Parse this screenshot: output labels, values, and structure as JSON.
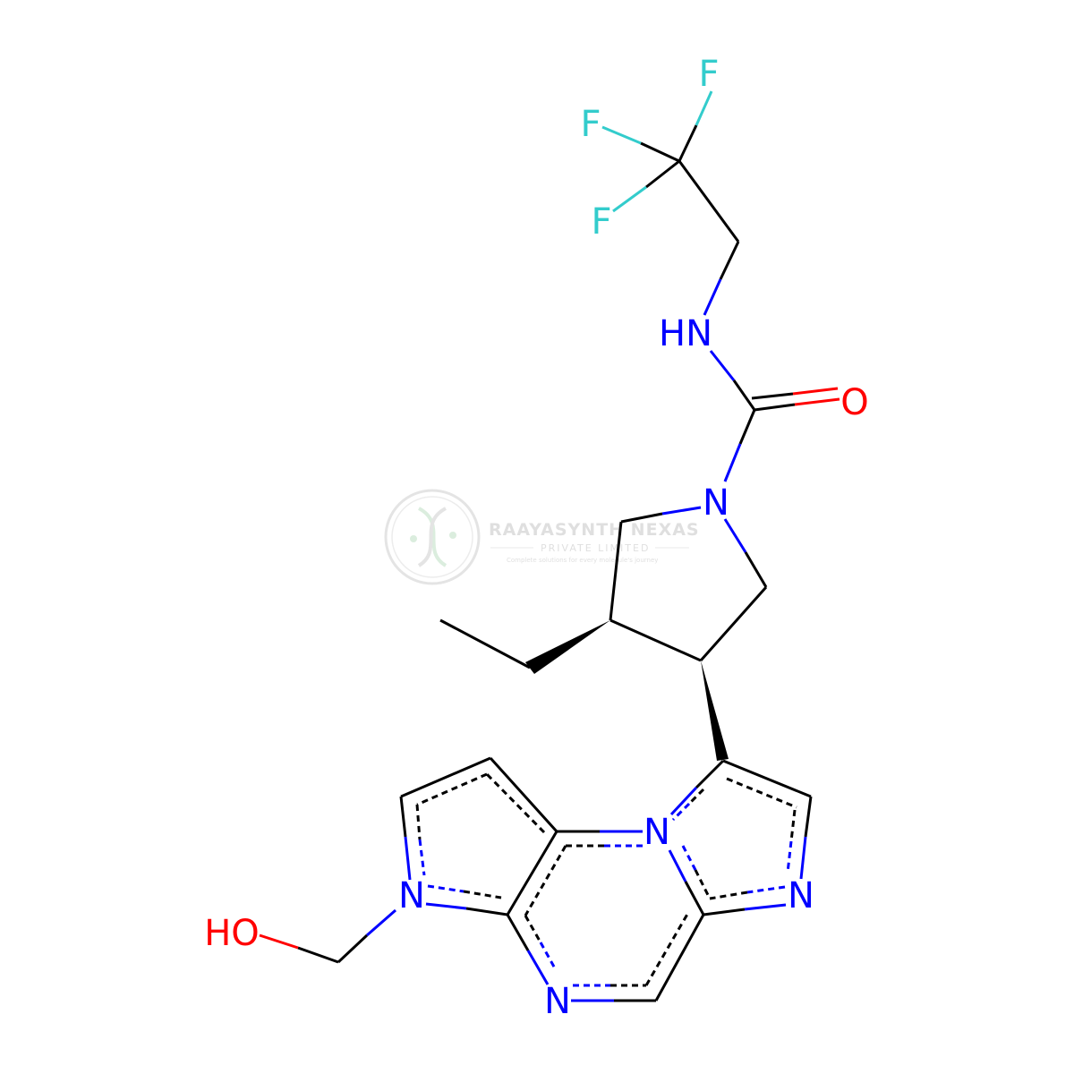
{
  "colors": {
    "carbon": "#000000",
    "nitrogen": "#0000ff",
    "oxygen": "#ff0000",
    "fluorine": "#33cccc",
    "watermark": "#c8c8c8"
  },
  "watermark": {
    "title": "RAAYASYNTH NEXAS",
    "subtitle": "PRIVATE LIMITED",
    "tagline": "Complete solutions for every molecule's journey",
    "logo_icon": "dna-helix-icon"
  },
  "atoms": {
    "F1": "F",
    "F2": "F",
    "F3": "F",
    "N_amide": "HN",
    "O_carbonyl": "O",
    "N_pyrrolidine": "N",
    "N_bridge": "N",
    "N_imidazole": "N",
    "N_pyrazine": "N",
    "N_pyrrole": "N",
    "O_hydroxyl": "HO"
  }
}
